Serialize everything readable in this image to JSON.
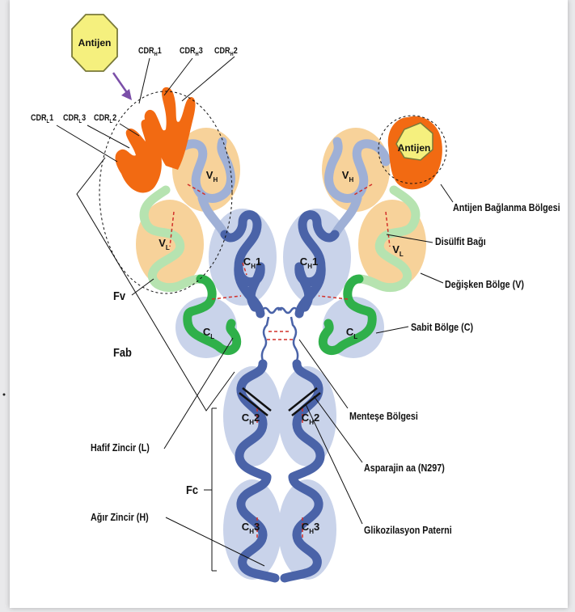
{
  "antigen_label": "Antijen",
  "antigen_bound_label": "Antijen",
  "cdr_labels": {
    "h1": {
      "base": "CDR",
      "sub": "H",
      "num": "1"
    },
    "h3": {
      "base": "CDR",
      "sub": "H",
      "num": "3"
    },
    "h2": {
      "base": "CDR",
      "sub": "H",
      "num": "2"
    },
    "l1": {
      "base": "CDR",
      "sub": "L",
      "num": "1"
    },
    "l3": {
      "base": "CDR",
      "sub": "L",
      "num": "3"
    },
    "l2": {
      "base": "CDR",
      "sub": "L",
      "num": "2"
    }
  },
  "domains": {
    "vh": {
      "base": "V",
      "sub": "H",
      "num": ""
    },
    "vl": {
      "base": "V",
      "sub": "L",
      "num": ""
    },
    "ch1": {
      "base": "C",
      "sub": "H",
      "num": "1"
    },
    "cl": {
      "base": "C",
      "sub": "L",
      "num": ""
    },
    "ch2": {
      "base": "C",
      "sub": "H",
      "num": "2"
    },
    "ch3": {
      "base": "C",
      "sub": "H",
      "num": "3"
    }
  },
  "region_labels": {
    "fv": "Fv",
    "fab": "Fab",
    "fc": "Fc"
  },
  "annotations": {
    "antigen_binding": "Antijen Bağlanma Bölgesi",
    "disulfide": "Disülfit Bağı",
    "variable": "Değişken Bölge (V)",
    "constant": "Sabit Bölge (C)",
    "hinge": "Menteşe Bölgesi",
    "asparagine": "Asparajin aa (N297)",
    "glycosylation": "Glikozilasyon Paterni",
    "light_chain": "Hafif Zincir (L)",
    "heavy_chain": "Ağır Zincir (H)"
  },
  "colors": {
    "heavy_chain": "#4a63a8",
    "heavy_chain_light": "#9fb0d6",
    "heavy_halo": "#c9d3ea",
    "light_chain": "#2fb04a",
    "light_chain_light": "#b6e3b0",
    "variable_halo": "#f7d29a",
    "cdr": "#f26a12",
    "antigen": "#f5f07e",
    "antigen_border": "#7a7a3a",
    "arrow": "#7b4fa8",
    "disulfide": "#d2302a"
  }
}
